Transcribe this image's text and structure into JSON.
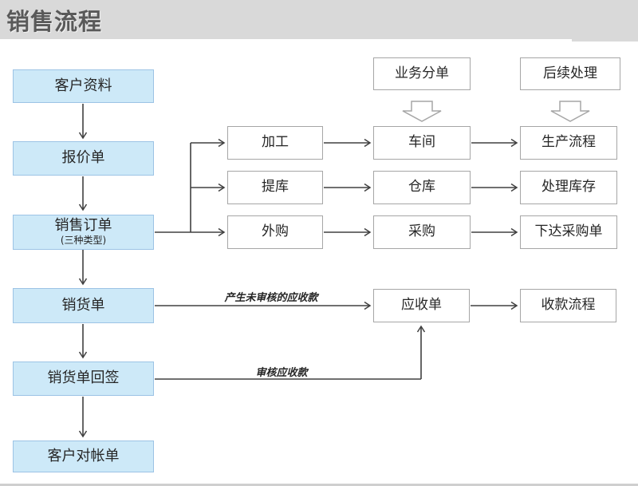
{
  "page_title": "销售流程",
  "colors": {
    "header_bg": "#d9d9d9",
    "header_text": "#595959",
    "blue_node_fill": "#cde9f8",
    "blue_node_border": "#9cc3e5",
    "white_node_border": "#a6a6a6",
    "arrow_line": "#404040",
    "block_arrow_outline": "#a6a6a6"
  },
  "nodes": {
    "customer_info": "客户资料",
    "quotation": "报价单",
    "sales_order": "销售订单",
    "sales_order_sub": "(三种类型)",
    "delivery_note": "销货单",
    "delivery_receipt": "销货单回签",
    "customer_statement": "客户对帐单",
    "processing": "加工",
    "pick_from_stock": "提库",
    "outsourcing": "外购",
    "business_split": "业务分单",
    "workshop": "车间",
    "warehouse": "仓库",
    "purchasing": "采购",
    "receivable": "应收单",
    "followup": "后续处理",
    "production_flow": "生产流程",
    "handle_inventory": "处理库存",
    "issue_purchase_order": "下达采购单",
    "collection_flow": "收款流程"
  },
  "edge_labels": {
    "generate_receivable": "产生未审核的应收款",
    "audit_receivable": "审核应收款"
  }
}
